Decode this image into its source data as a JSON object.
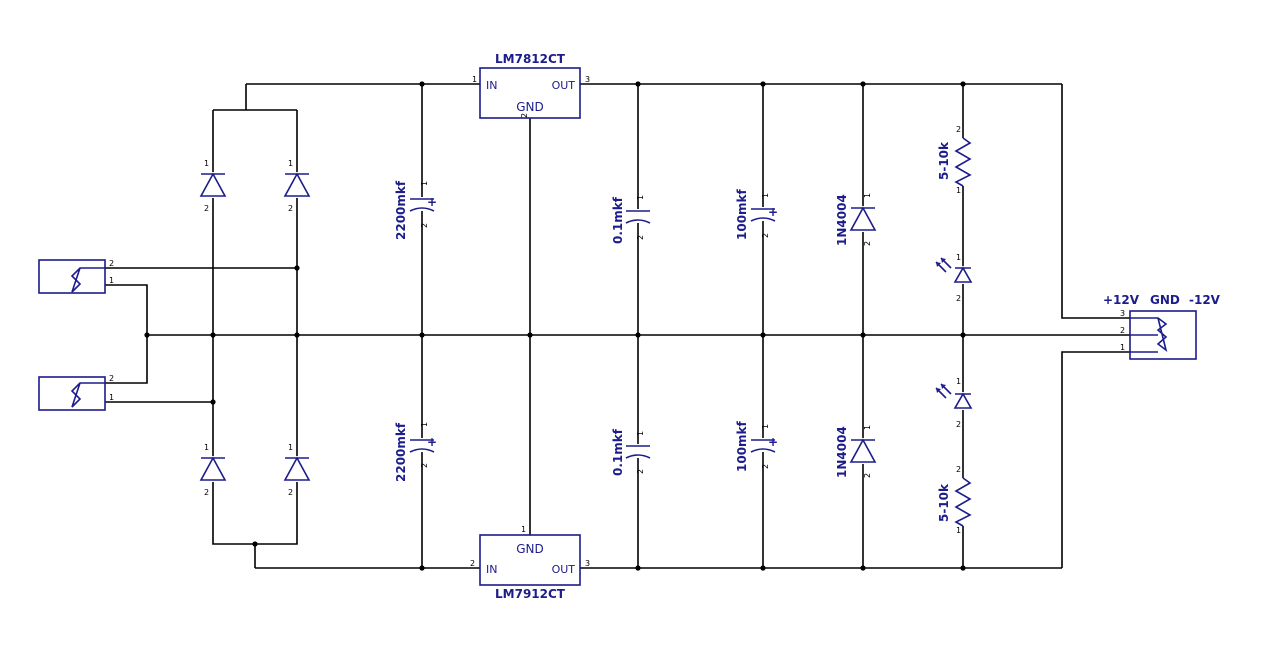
{
  "regulators": {
    "pos": {
      "name": "LM7812CT",
      "in": "IN",
      "out": "OUT",
      "gnd": "GND",
      "pin_in": "1",
      "pin_out": "3",
      "pin_gnd": "2"
    },
    "neg": {
      "name": "LM7912CT",
      "in": "IN",
      "out": "OUT",
      "gnd": "GND",
      "pin_in": "2",
      "pin_out": "3",
      "pin_gnd": "1"
    }
  },
  "components": {
    "cap_bulk": "2200mkf",
    "cap_film": "0.1mkf",
    "cap_out": "100mkf",
    "diode": "1N4004",
    "resistor": "5-10k"
  },
  "output_connector": {
    "plus": "+12V",
    "gnd": "GND",
    "minus": "-12V",
    "pins": [
      "3",
      "2",
      "1"
    ]
  },
  "pins": {
    "one": "1",
    "two": "2",
    "three": "3"
  }
}
